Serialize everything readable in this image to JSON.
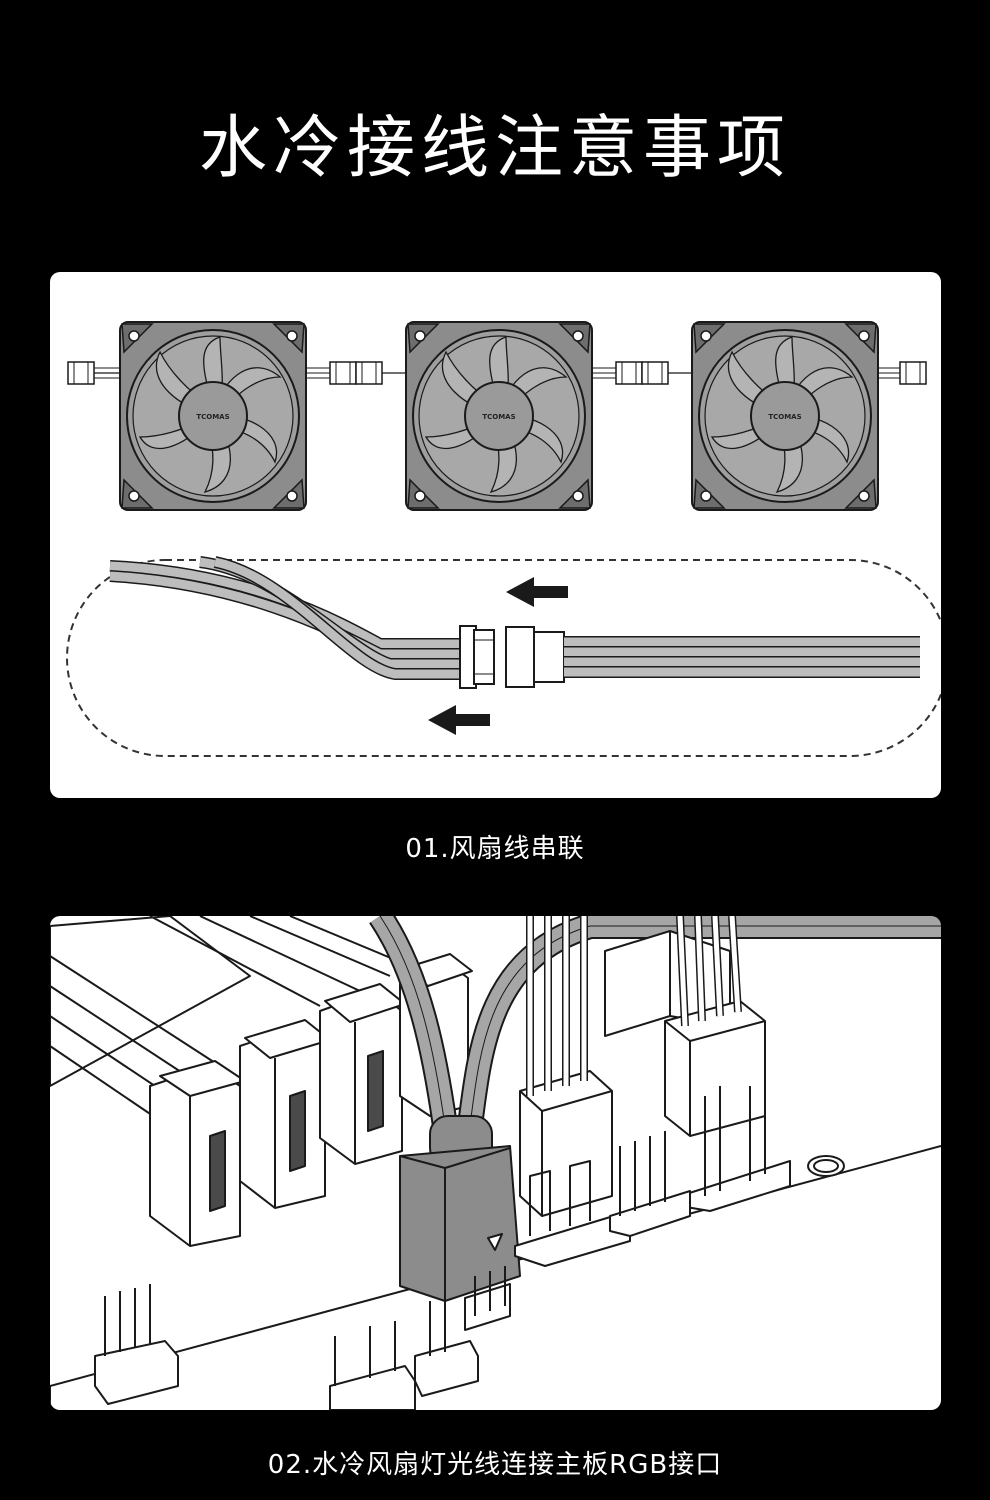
{
  "page": {
    "title": "水冷接线注意事项"
  },
  "section1": {
    "caption": "01.风扇线串联",
    "fans": [
      {
        "brand": "TCOMAS"
      },
      {
        "brand": "TCOMAS"
      },
      {
        "brand": "TCOMAS"
      }
    ]
  },
  "section2": {
    "caption": "02.水冷风扇灯光线连接主板RGB接口"
  },
  "colors": {
    "background": "#000000",
    "panel": "#ffffff",
    "line": "#1a1a1a",
    "fan_body": "#8c8c8c",
    "cable_gray": "#a6a6a6"
  }
}
